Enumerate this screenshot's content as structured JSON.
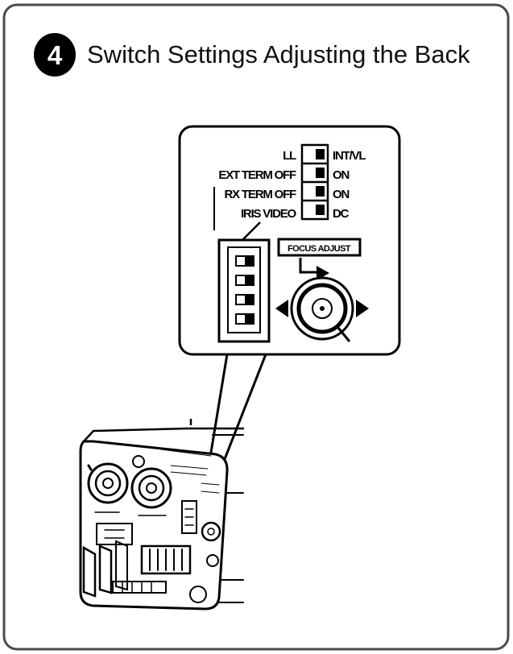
{
  "header": {
    "step_number": "4",
    "title": "Switch Settings  Adjusting the Back"
  },
  "switch_panel": {
    "rows": [
      {
        "left": "LL",
        "right": "INT/VL"
      },
      {
        "left": "EXT TERM OFF",
        "right": "ON"
      },
      {
        "left": "RX TERM OFF",
        "right": "ON"
      },
      {
        "left": "IRIS VIDEO",
        "right": "DC"
      }
    ],
    "focus_adjust_label": "FOCUS ADJUST"
  },
  "colors": {
    "border": "#4a4a4a",
    "line": "#000000",
    "background": "#ffffff"
  }
}
